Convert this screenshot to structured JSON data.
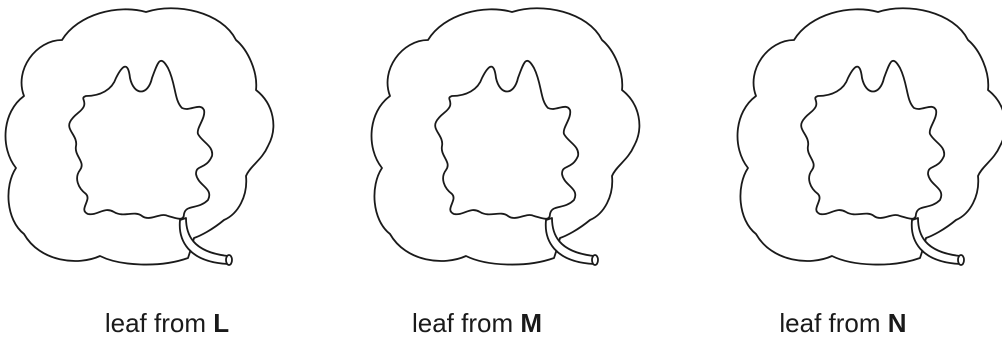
{
  "leaves": [
    {
      "caption_prefix": "leaf from",
      "letter": "L"
    },
    {
      "caption_prefix": "leaf from",
      "letter": "M"
    },
    {
      "caption_prefix": "leaf from",
      "letter": "N"
    }
  ]
}
